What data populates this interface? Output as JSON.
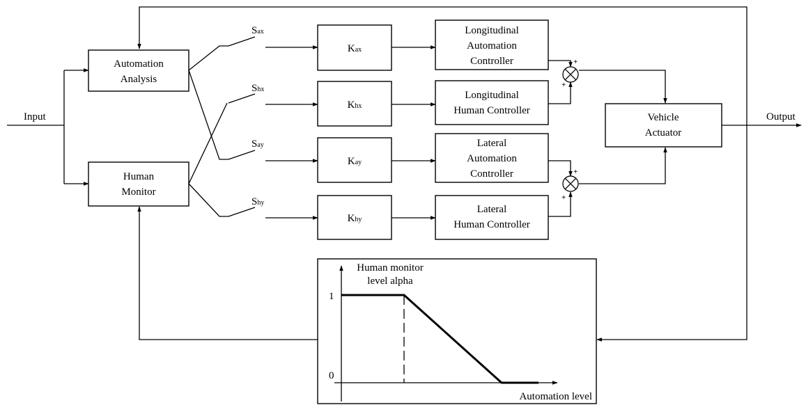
{
  "io": {
    "input": "Input",
    "output": "Output"
  },
  "blocks": {
    "automation_analysis": [
      "Automation",
      "Analysis"
    ],
    "human_monitor": [
      "Human",
      "Monitor"
    ],
    "long_auto": [
      "Longitudinal",
      "Automation",
      "Controller"
    ],
    "long_human": [
      "Longitudinal",
      "Human Controller"
    ],
    "lat_auto": [
      "Lateral",
      "Automation",
      "Controller"
    ],
    "lat_human": [
      "Lateral",
      "Human Controller"
    ],
    "vehicle": [
      "Vehicle",
      "Actuator"
    ]
  },
  "switches": {
    "ax": {
      "main": "S",
      "sub": "ax"
    },
    "hx": {
      "main": "S",
      "sub": "hx"
    },
    "ay": {
      "main": "S",
      "sub": "ay"
    },
    "hy": {
      "main": "S",
      "sub": "hy"
    }
  },
  "gains": {
    "ax": {
      "main": "K",
      "sub": "ax"
    },
    "hx": {
      "main": "K",
      "sub": "hx"
    },
    "ay": {
      "main": "K",
      "sub": "ay"
    },
    "hy": {
      "main": "K",
      "sub": "hy"
    }
  },
  "summing_sign": "+",
  "inset": {
    "y_label": [
      "Human monitor",
      "level alpha"
    ],
    "x_label": "Automation level",
    "tick_top": "1",
    "tick_bottom": "0"
  }
}
